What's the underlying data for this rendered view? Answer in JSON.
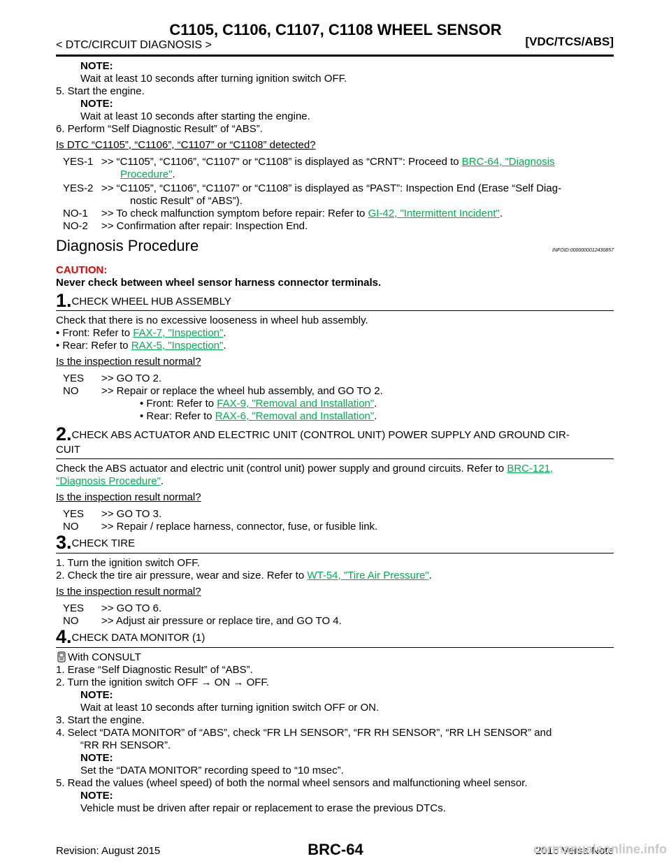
{
  "header": {
    "title": "C1105, C1106, C1107, C1108 WHEEL SENSOR",
    "breadcrumb": "< DTC/CIRCUIT DIAGNOSIS >",
    "section": "[VDC/TCS/ABS]"
  },
  "top": {
    "note1_label": "NOTE:",
    "note1_text": "Wait at least 10 seconds after turning ignition switch OFF.",
    "step5": "5.  Start the engine.",
    "note2_label": "NOTE:",
    "note2_text": "Wait at least 10 seconds after starting the engine.",
    "step6": "6.  Perform “Self Diagnostic Result” of “ABS”.",
    "question": "Is DTC “C1105”, “C1106”, “C1107” or “C1108” detected?",
    "yes1_label": "YES-1",
    "yes1_text": ">> “C1105”, “C1106”, “C1107” or “C1108” is displayed as “CRNT”: Proceed to ",
    "yes1_link_a": "BRC-64, \"Diagnosis",
    "yes1_link_b": "Procedure\"",
    "yes2_label": "YES-2",
    "yes2_text_a": ">> “C1105”, “C1106”, “C1107” or “C1108” is displayed as “PAST”: Inspection End (Erase “Self Diag-",
    "yes2_text_b": "nostic Result” of “ABS”).",
    "no1_label": "NO-1",
    "no1_text": ">> To check malfunction symptom before repair: Refer to ",
    "no1_link": "GI-42, \"Intermittent Incident\"",
    "no2_label": "NO-2",
    "no2_text": ">> Confirmation after repair: Inspection End."
  },
  "diag": {
    "heading": "Diagnosis Procedure",
    "infoid": "INFOID:0000000012430857",
    "caution_label": "CAUTION:",
    "caution_text": "Never check between wheel sensor harness connector terminals."
  },
  "step1": {
    "num": "1.",
    "title": "CHECK WHEEL HUB ASSEMBLY",
    "body": "Check that there is no excessive looseness in wheel hub assembly.",
    "front_text": "•  Front: Refer to ",
    "front_link": "FAX-7, \"Inspection\"",
    "rear_text": "•  Rear: Refer to ",
    "rear_link": "RAX-5, \"Inspection\"",
    "question": "Is the inspection result normal?",
    "yes_label": "YES",
    "yes_text": ">> GO TO 2.",
    "no_label": "NO",
    "no_text": ">>    Repair or replace the wheel hub assembly, and GO TO 2.",
    "no_front_text": "•  Front: Refer to ",
    "no_front_link": "FAX-9, \"Removal and Installation\"",
    "no_rear_text": "•  Rear: Refer to ",
    "no_rear_link": "RAX-6, \"Removal and Installation\""
  },
  "step2": {
    "num": "2.",
    "title_a": "CHECK ABS ACTUATOR AND ELECTRIC UNIT (CONTROL UNIT) POWER SUPPLY AND GROUND CIR-",
    "title_b": "CUIT",
    "body_a": "Check the ABS actuator and electric unit (control unit) power supply and ground circuits. Refer to ",
    "link_a": "BRC-121,",
    "link_b": "\"Diagnosis Procedure\"",
    "question": "Is the inspection result normal?",
    "yes_label": "YES",
    "yes_text": ">> GO TO 3.",
    "no_label": "NO",
    "no_text": ">> Repair / replace harness, connector, fuse, or fusible link."
  },
  "step3": {
    "num": "3.",
    "title": "CHECK TIRE",
    "s1": "1.  Turn the ignition switch OFF.",
    "s2_text": "2.  Check the tire air pressure, wear and size. Refer to ",
    "s2_link": "WT-54, \"Tire Air Pressure\"",
    "question": "Is the inspection result normal?",
    "yes_label": "YES",
    "yes_text": ">> GO TO 6.",
    "no_label": "NO",
    "no_text": ">> Adjust air pressure or replace tire, and GO TO 4."
  },
  "step4": {
    "num": "4.",
    "title": "CHECK DATA MONITOR (1)",
    "with": "With CONSULT",
    "s1": "1.  Erase “Self Diagnostic Result” of “ABS”.",
    "s2": "2.  Turn the ignition switch OFF → ON → OFF.",
    "note1_label": "NOTE:",
    "note1_text": "Wait at least 10 seconds after turning ignition switch OFF or ON.",
    "s3": "3.  Start the engine.",
    "s4_a": "4.  Select “DATA MONITOR” of “ABS”, check “FR LH SENSOR”, “FR RH SENSOR”, “RR LH SENSOR” and",
    "s4_b": "“RR RH SENSOR”.",
    "note2_label": "NOTE:",
    "note2_text": "Set the “DATA MONITOR” recording speed to “10 msec”.",
    "s5": "5.  Read the values (wheel speed) of both the normal wheel sensors and malfunctioning wheel sensor.",
    "note3_label": "NOTE:",
    "note3_text": "Vehicle must be driven after repair or replacement to erase the previous DTCs."
  },
  "footer": {
    "revision": "Revision: August 2015",
    "page": "BRC-64",
    "model": "2016 Versa Note",
    "watermark": "carmanualsonline.info"
  }
}
